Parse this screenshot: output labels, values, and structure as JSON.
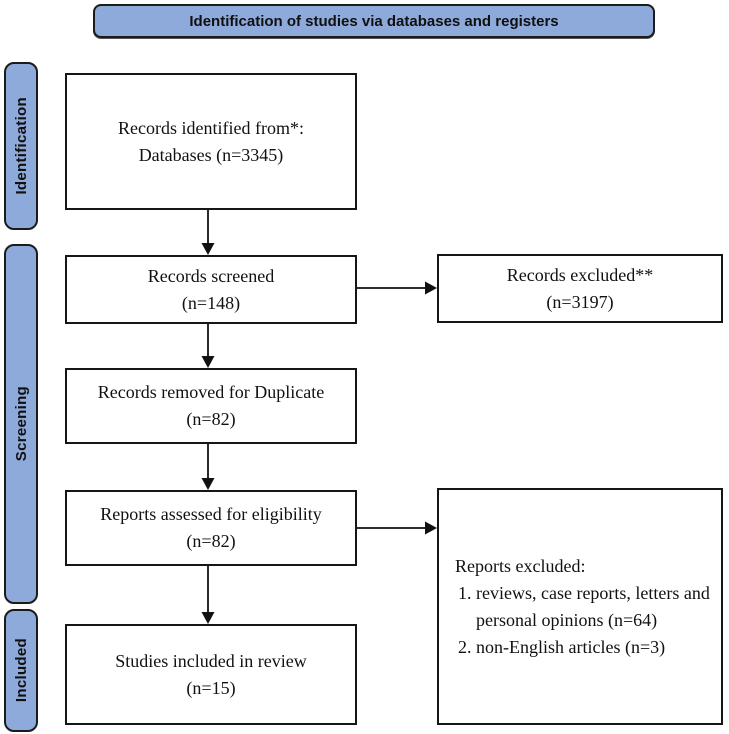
{
  "header": {
    "title": "Identification of studies via databases and registers"
  },
  "rails": {
    "identification": "Identification",
    "screening": "Screening",
    "included": "Included"
  },
  "boxes": {
    "identified": {
      "line1": "Records identified from*:",
      "line2": "Databases (n=3345)"
    },
    "screened": {
      "line1": "Records screened",
      "line2": "(n=148)"
    },
    "records_excluded": {
      "line1": "Records excluded**",
      "line2": "(n=3197)"
    },
    "duplicate": {
      "line1": "Records removed for Duplicate",
      "line2": "(n=82)"
    },
    "assessed": {
      "line1": "Reports assessed for eligibility",
      "line2": "(n=82)"
    },
    "reports_excluded": {
      "title": "Reports excluded:",
      "items": [
        "reviews, case reports, letters and personal opinions (n=64)",
        "non-English articles (n=3)"
      ]
    },
    "included": {
      "line1": "Studies included in review",
      "line2": "(n=15)"
    }
  },
  "colors": {
    "panel_blue": "#8EAADB",
    "border_dark": "#1b1b1b",
    "box_border": "#161616",
    "arrow": "#111111",
    "text": "#111111"
  }
}
